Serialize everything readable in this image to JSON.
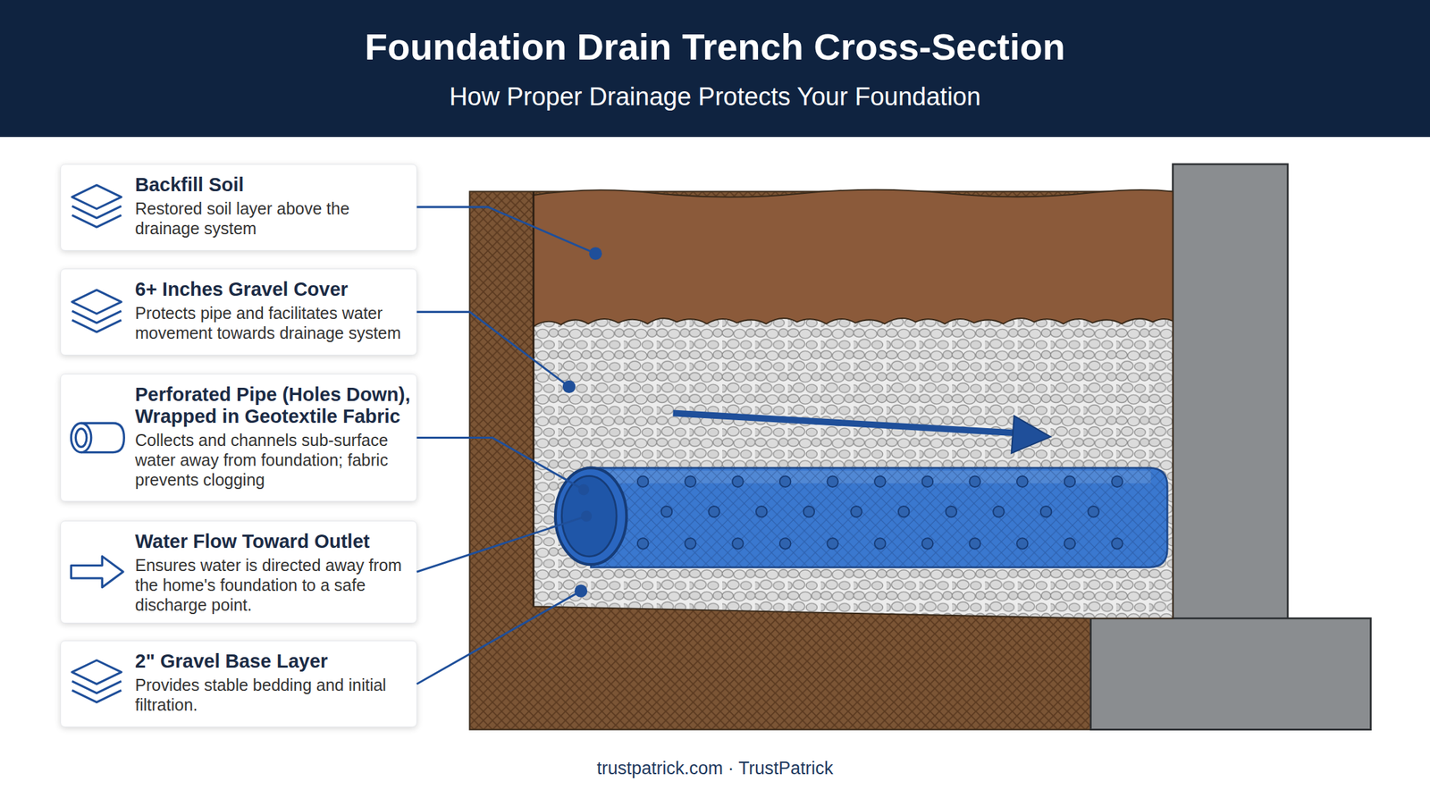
{
  "diagram": {
    "title": "Foundation Drain Trench Cross-Section",
    "nodes": [
      {
        "text": [
          "Backfill Soil",
          "Restored soil layer above the drainage system"
        ]
      },
      {
        "text": [
          "6+ Inches Gravel Cover",
          "Protects pipe and facilitates water movement towards drainage system"
        ]
      },
      {
        "text": [
          "Perforated Pipe (Holes Down), Wrapped in Geotextile Fabric",
          "Collects and channels sub-surface water away from foundation; fabric prevents clogging"
        ]
      },
      {
        "text": [
          "Water Flow Toward Outlet",
          "Ensures water is directed away from the home's foundation to a safe discharge point."
        ]
      },
      {
        "text": [
          "2\" Gravel Base Layer",
          "Provides stable bedding and initial filtration."
        ]
      }
    ],
    "labels": [
      "How Proper Drainage Protects Your Foundation",
      "trustpatrick.com · TrustPatrick"
    ]
  }
}
